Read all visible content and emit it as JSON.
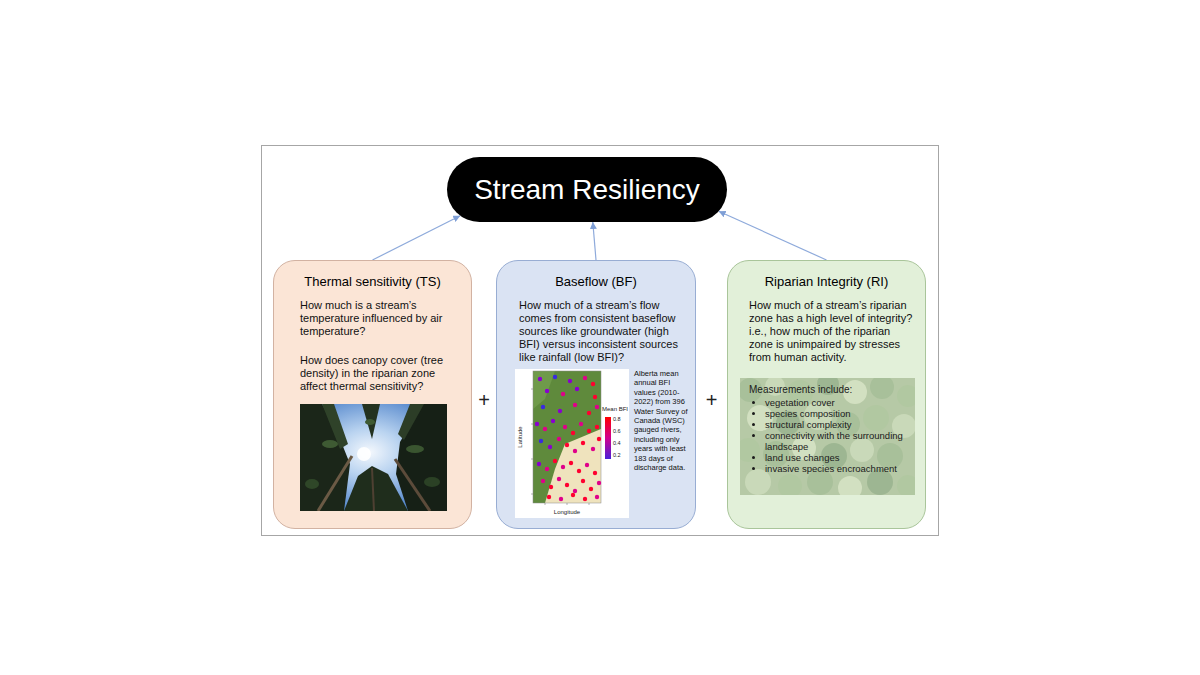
{
  "diagram": {
    "nodes": [
      {
        "text": [
          "Stream Resiliency"
        ]
      },
      {
        "text": [
          "Thermal sensitivity (TS)",
          "How much is a stream’s temperature influenced by air temperature?",
          "How does canopy cover (tree density) in the riparian zone affect thermal sensitivity?"
        ]
      },
      {
        "text": [
          "Baseflow (BF)",
          "How much of a stream’s flow comes from consistent baseflow sources like groundwater (high BFI) versus inconsistent sources like rainfall (low BFI)?",
          "Alberta mean annual BFI values (2010-2022) from 396 Water Survey of Canada (WSC) gauged rivers, including only years with least 183 days of discharge data."
        ]
      },
      {
        "text": [
          "Riparian Integrity (RI)",
          "How much of a stream’s riparian zone has a high level of integrity? i.e., how much of the riparian zone is unimpaired by stresses from human activity."
        ]
      },
      {
        "text": [
          "Measurements include:",
          "vegetation cover",
          "species composition",
          "structural complexity",
          "connectivity with the surrounding landscape",
          "land use changes",
          "invasive species encroachment"
        ],
        "in": 3
      }
    ],
    "edges": [
      {
        "from": 1,
        "to": 0,
        "arrow": "to"
      },
      {
        "from": 2,
        "to": 0,
        "arrow": "to"
      },
      {
        "from": 3,
        "to": 0,
        "arrow": "to"
      }
    ],
    "labels": [
      "+",
      "+",
      "Latitude",
      "Longitude",
      "Mean BFI",
      "0.8",
      "0.6",
      "0.4",
      "0.2"
    ]
  }
}
